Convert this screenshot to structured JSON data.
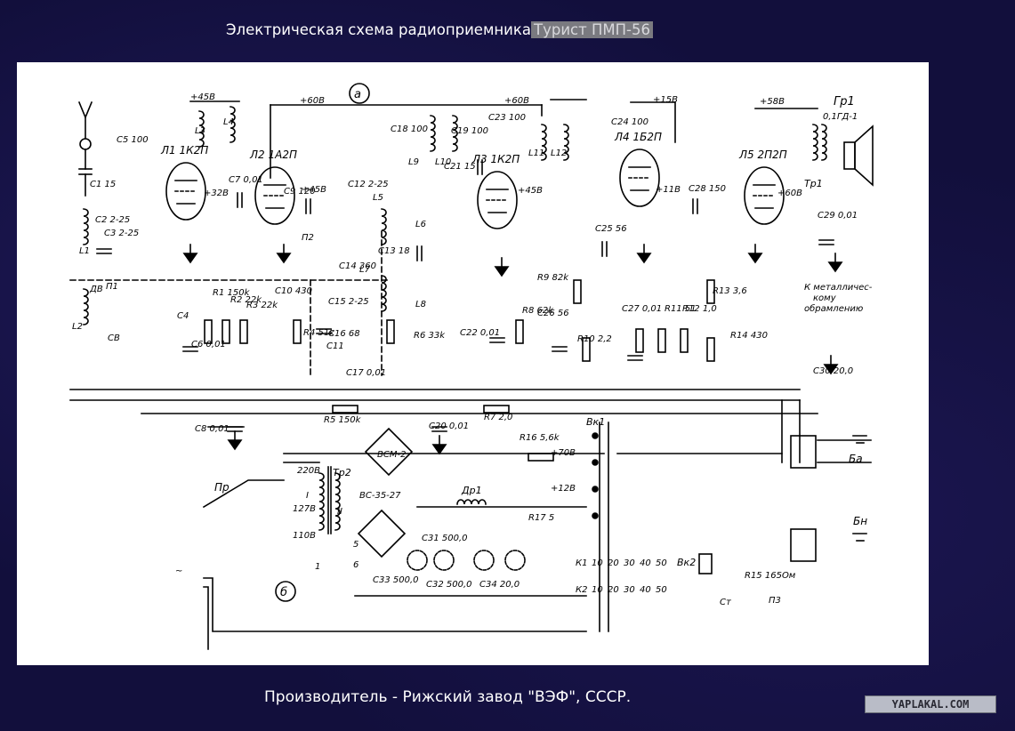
{
  "header": {
    "title": "Электрическая схема радиоприемника",
    "model": "Турист ПМП-56"
  },
  "footer": {
    "caption": "Производитель - Рижский завод \"ВЭФ\", СССР.",
    "watermark": "YAPLAKAL.COM"
  },
  "schematic": {
    "section_a": "а",
    "section_b": "б",
    "voltages": [
      "+45В",
      "+60В",
      "+60В",
      "+15В",
      "+58В",
      "+70В",
      "+32В",
      "+45В",
      "+45В",
      "+11В",
      "+60В",
      "+12В"
    ],
    "tubes": [
      "Л1 1К2П",
      "Л2 1А2П",
      "Л3 1К2П",
      "Л4 1Б2П",
      "Л5 2П2П"
    ],
    "speaker": "Гр1 0,1ГД-1",
    "output_transformer": "Тр1",
    "chassis_note": [
      "К металличес-",
      "кому",
      "обрамлению"
    ],
    "power_transformer": "Тр2",
    "rectifier_bridge": "ВСМ-2",
    "rectifier": "ВС-35-27",
    "choke": "Др1",
    "fuse": "Пр",
    "mains_taps": [
      "220В",
      "127В",
      "110В"
    ],
    "battery_anode": "Ба",
    "battery_filament": "Бн",
    "switch_1": "Вк1",
    "switch_2": "Вк2",
    "contacts_k1": [
      "К1",
      "10",
      "20",
      "30",
      "40",
      "50"
    ],
    "contacts_k2": [
      "К2",
      "10",
      "20",
      "30",
      "40",
      "50"
    ],
    "components": [
      "С5 100",
      "L3",
      "L4",
      "С1 15",
      "С2 2-25",
      "С3 2-25",
      "L1",
      "L2",
      "П1",
      "СВ",
      "ДВ",
      "С4",
      "С6 0,01",
      "R1 150k",
      "R2 22k",
      "R3 22k",
      "С7 0,01",
      "С8 0,01",
      "С9 120",
      "С10 430",
      "П2",
      "R4 51k",
      "С11",
      "С12 2-25",
      "С13 18",
      "С14 360",
      "С15 2-25",
      "С16 68",
      "С17 0,01",
      "L5",
      "L6",
      "L7",
      "L8",
      "R5 150k",
      "R6 33k",
      "С18 100",
      "С19 100",
      "L9",
      "L10",
      "С20 0,01",
      "С21 15",
      "R7 2,0",
      "С22 0,01",
      "R8 62k",
      "С23 100",
      "L11",
      "L12",
      "С24 100",
      "С25 56",
      "R9 82k",
      "С26 56",
      "R10 2,2",
      "С27 0,01",
      "R11 51",
      "R12 1,0",
      "С28 150",
      "R13 3,6",
      "R14 430",
      "С29 0,01",
      "С30 20,0",
      "R16 5,6k",
      "R17 5",
      "С31 500,0",
      "С32 500,0",
      "С33 500,0",
      "С34 20,0",
      "R15 165Ом",
      "Ст",
      "П3",
      "I",
      "II",
      "5",
      "6",
      "1",
      "~"
    ]
  }
}
